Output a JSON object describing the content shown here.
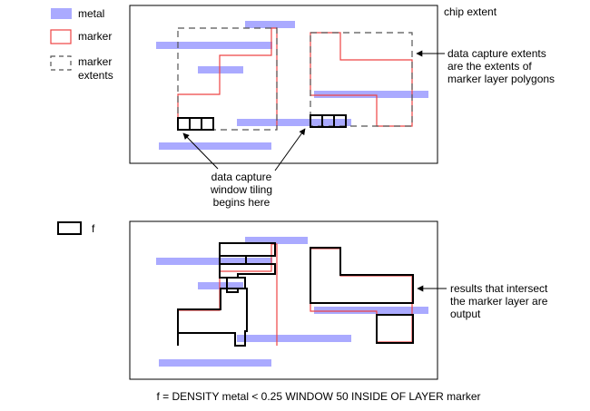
{
  "legend_top": {
    "metal": "metal",
    "marker": "marker",
    "marker_extents_line1": "marker",
    "marker_extents_line2": "extents"
  },
  "legend_bottom": {
    "f": "f"
  },
  "annotations": {
    "chip_extent": "chip extent",
    "data_capture_extents_1": "data capture extents",
    "data_capture_extents_2": "are the extents of",
    "data_capture_extents_3": "marker layer polygons",
    "tiling_1": "data capture",
    "tiling_2": "window tiling",
    "tiling_3": "begins here",
    "results_1": "results that intersect",
    "results_2": "the marker layer are",
    "results_3": "output"
  },
  "formula": "f = DENSITY metal < 0.25 WINDOW 50 INSIDE OF LAYER marker",
  "colors": {
    "metal": "#aaaaff",
    "marker": "#ee4444",
    "extent": "#555555",
    "result": "#000000"
  }
}
